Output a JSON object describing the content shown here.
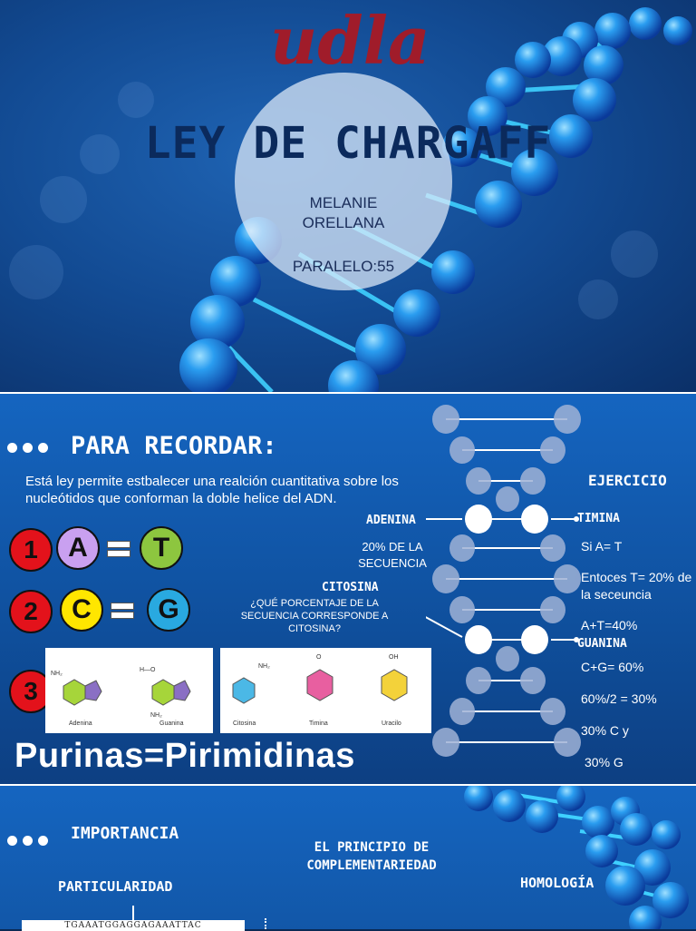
{
  "slide1": {
    "title": "LEY DE CHARGAFF",
    "author_line1": "MELANIE",
    "author_line2": "ORELLANA",
    "paralelo": "PARALELO:55",
    "logo_text": "udla"
  },
  "slide2": {
    "heading": "PARA RECORDAR:",
    "intro": "Está ley permite estbalecer una realción cuantitativa sobre los nucleótidos que conforman la doble helice del ADN.",
    "rules": [
      {
        "num": "1",
        "left": "A",
        "right": "T"
      },
      {
        "num": "2",
        "left": "C",
        "right": "G"
      },
      {
        "num": "3"
      }
    ],
    "purines": [
      "Adenina",
      "Guanina"
    ],
    "pyrimidines": [
      "Citosina",
      "Timina",
      "Uracilo"
    ],
    "conclusion": "Purinas=Pirimidinas",
    "exercise_title": "EJERCICIO",
    "label_adenina": "ADENINA",
    "label_timina": "TIMINA",
    "label_citosina": "CITOSINA",
    "label_guanina": "GUANINA",
    "adenina_pct": "20% DE LA SECUENCIA",
    "question": "¿QUÉ PORCENTAJE DE LA SECUENCIA CORRESPONDE A CITOSINA?",
    "steps": [
      "Si  A= T",
      "Entoces T= 20% de la seceuncia",
      "A+T=40%",
      "C+G= 60%",
      "60%/2 =  30%",
      "30% C y",
      "30% G"
    ],
    "colors": {
      "A": "#c9a0f0",
      "T": "#8dc63f",
      "C": "#ffe600",
      "G": "#29a9e0",
      "num": "#e3121b"
    }
  },
  "slide3": {
    "heading": "IMPORTANCIA",
    "col1": "PARTICULARIDAD",
    "col2": "EL PRINCIPIO DE COMPLEMENTARIEDAD",
    "col3": "HOMOLOGÍA",
    "sequence": "TGAAATGGAGGAGAAATTAC"
  }
}
